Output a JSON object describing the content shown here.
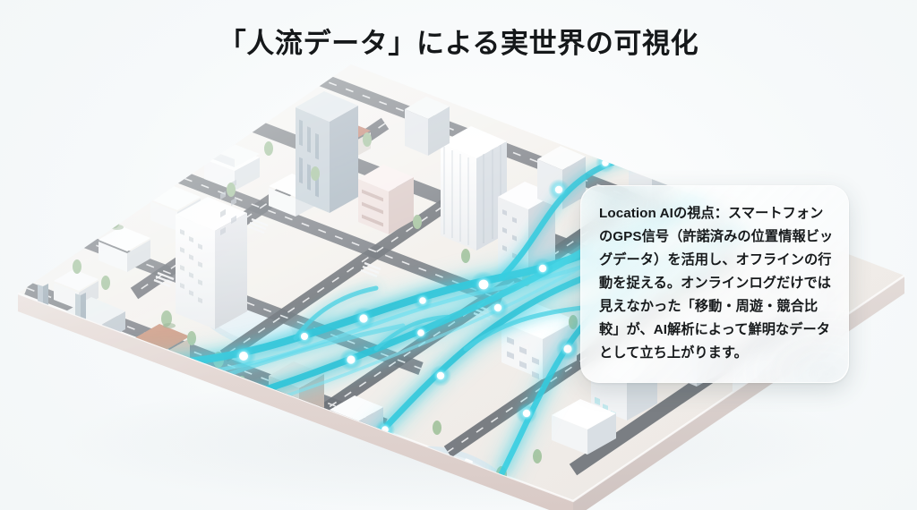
{
  "page": {
    "title": "「人流データ」による実世界の可視化",
    "background_color": "#f3f7f8",
    "title_color": "#15181a"
  },
  "illustration": {
    "name": "isometric-city-people-flow",
    "description": "等角投影の白いミニチュア都市に、シアン色に発光する人流の軌跡とノードが重なる",
    "base_top_color": "#f2efec",
    "base_side_color": "#ded1cd",
    "building_color": "#f4f5f6",
    "road_color": "#6f7479",
    "flow_color": "#2fc6d8",
    "flow_glow_color": "#8ef0fb",
    "node_color": "#ffffff",
    "water_color": "#dce9ef",
    "tree_color": "#a8c4a2"
  },
  "info_card": {
    "name": "location-ai-note",
    "accent_color": "#2fc6d8",
    "text": "Location AIの視点：スマートフォンのGPS信号（許諾済みの位置情報ビッグデータ）を活用し、オフラインの行動を捉える。オンラインログだけでは見えなかった「移動・周遊・競合比較」が、AI解析によって鮮明なデータとして立ち上がります。",
    "lines": [
      "Location AIの視点：スマートフォンの",
      "GPS信号（許諾済みの位置情報ビッグデー",
      "タ）を活用し、オフラインの行動を捉え",
      "る。オンラインログだけでは見えなかっ",
      "た「移動・周遊・競合比較」が、AI解析",
      "によって鮮明なデータとして立ち上が",
      "ります。"
    ]
  }
}
